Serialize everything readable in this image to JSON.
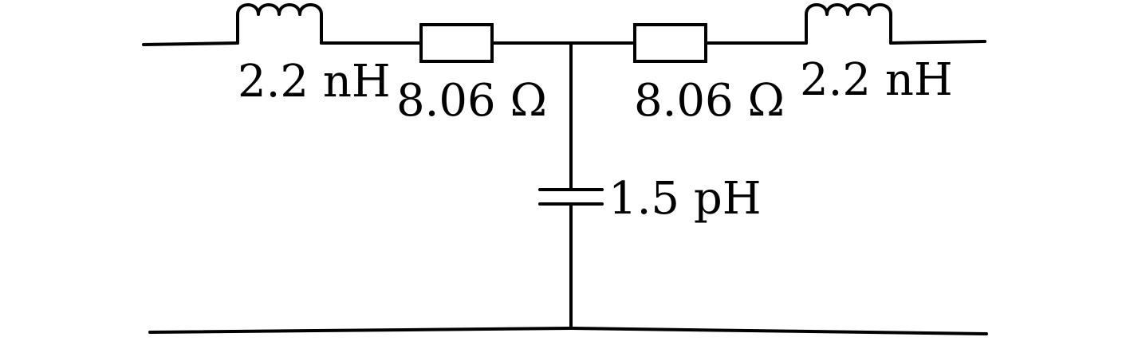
{
  "diagram": {
    "inductor_left_label": "2.2 nH",
    "resistor_left_label": "8.06 Ω",
    "resistor_right_label": "8.06 Ω",
    "inductor_right_label": "2.2 nH",
    "capacitor_label": "1.5 pH"
  },
  "colors": {
    "line": "#000000",
    "background": "#ffffff"
  }
}
